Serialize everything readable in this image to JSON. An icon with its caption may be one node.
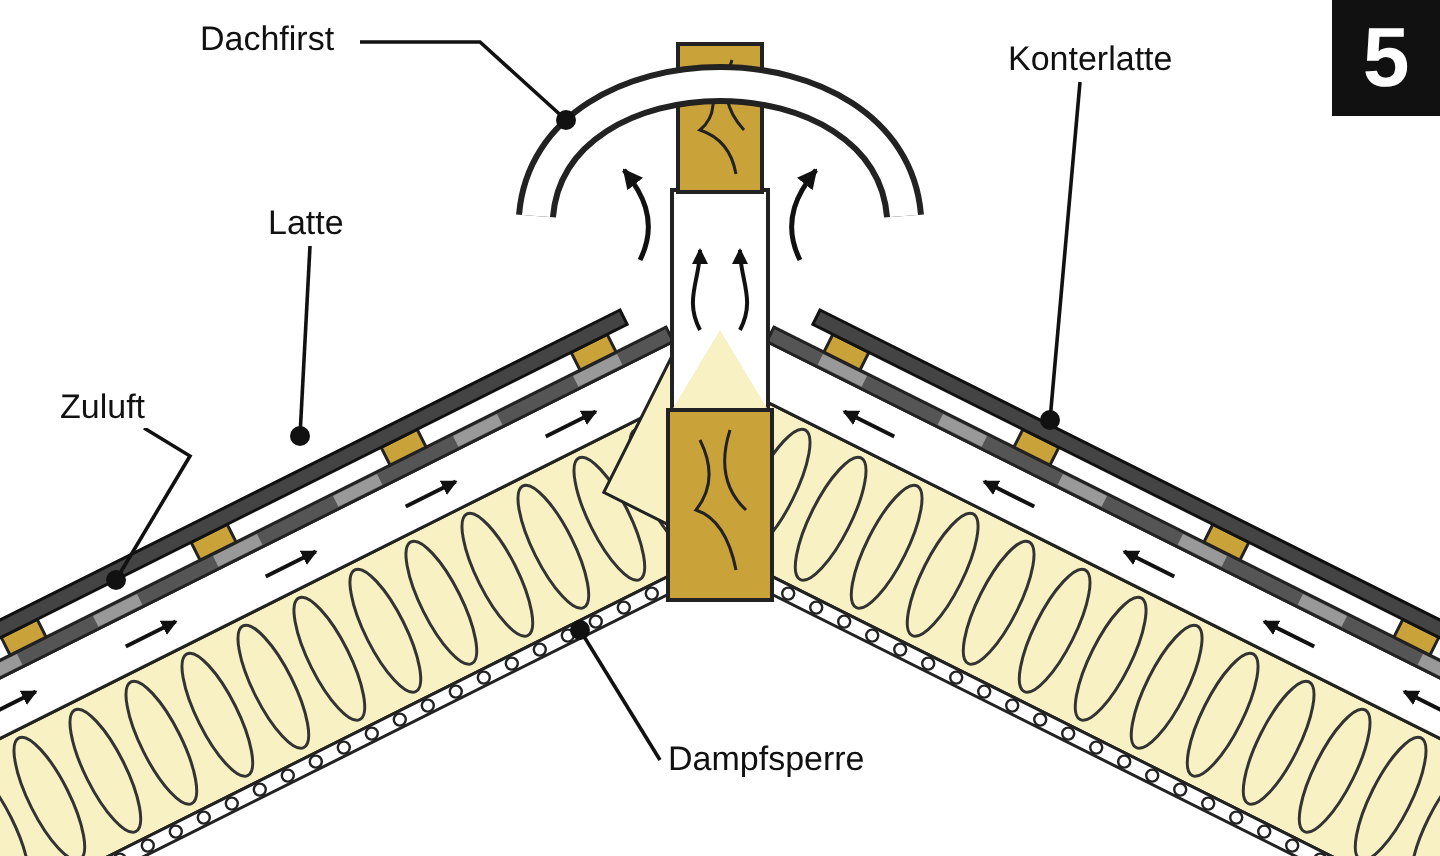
{
  "diagram": {
    "nodes": [
      {
        "text": [
          "Dachfirst"
        ]
      },
      {
        "text": [
          "Konterlatte"
        ]
      },
      {
        "text": [
          "Latte"
        ]
      },
      {
        "text": [
          "Zuluft"
        ]
      },
      {
        "text": [
          "Dampfsperre"
        ]
      }
    ],
    "edges": [
      {
        "from": 0,
        "to": null,
        "arrow": "other"
      },
      {
        "from": 1,
        "to": null,
        "arrow": "other"
      },
      {
        "from": 2,
        "to": null,
        "arrow": "other"
      },
      {
        "from": 3,
        "to": null,
        "arrow": "other"
      },
      {
        "from": 4,
        "to": null,
        "arrow": "other"
      }
    ],
    "labels": [
      "5"
    ]
  }
}
